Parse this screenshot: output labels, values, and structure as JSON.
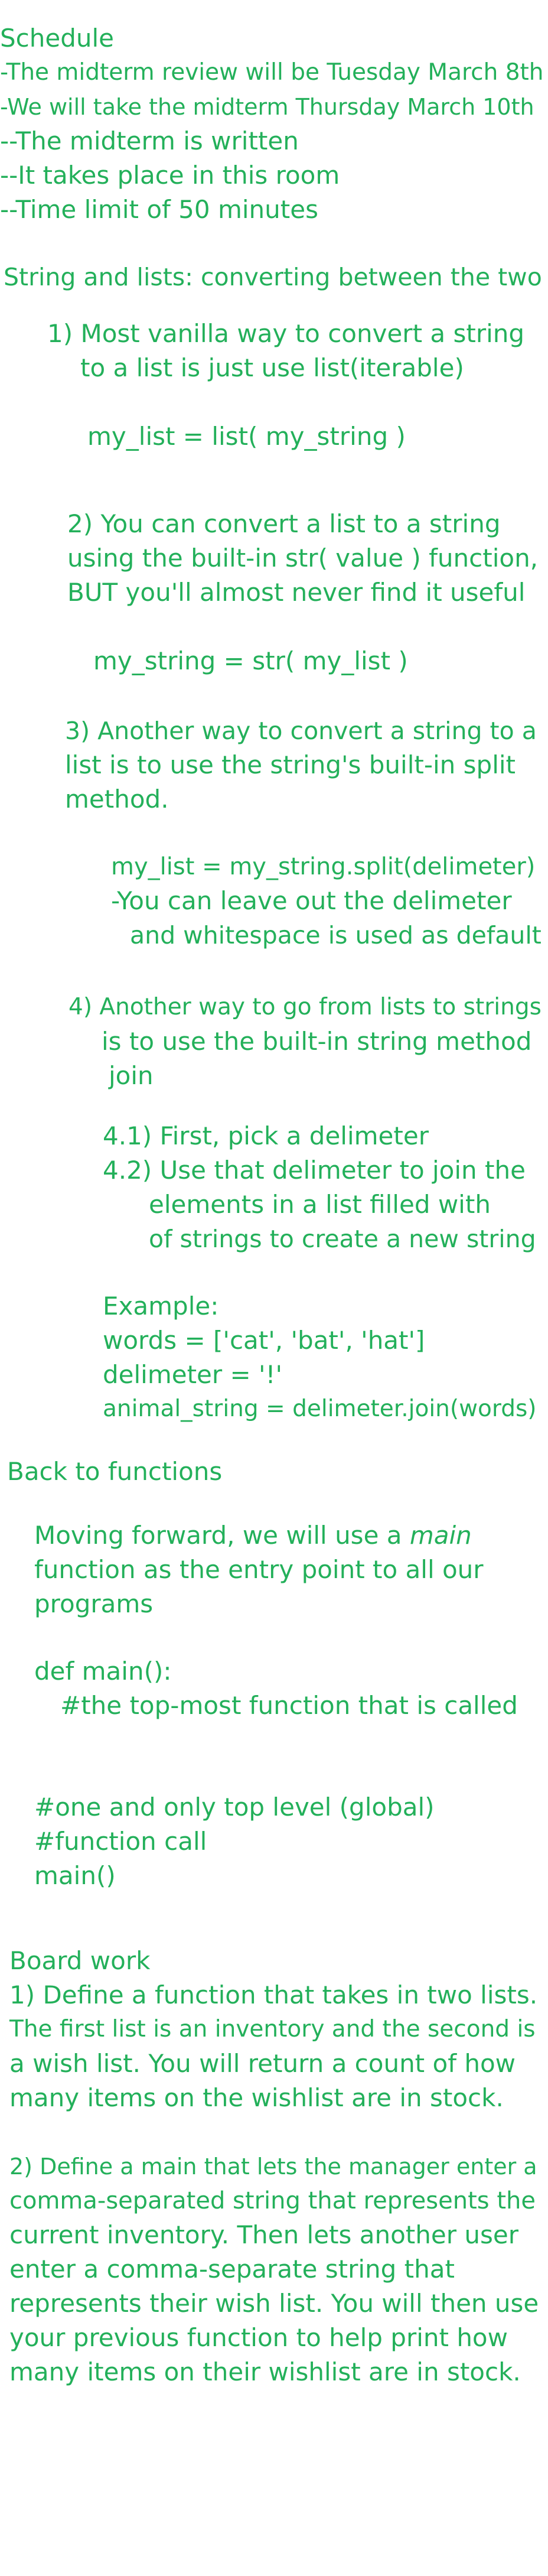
{
  "schedule": {
    "title": "Schedule",
    "items": [
      "-The midterm review will be Tuesday March 8th",
      "-We will take the midterm Thursday March 10th",
      "--The midterm is written",
      "--It takes place in this room",
      "--Time limit of 50 minutes"
    ]
  },
  "strings_lists": {
    "heading": "String and lists: converting between the two",
    "item1": {
      "line1": "1) Most vanilla way to convert a string",
      "line2": "to a list is just use list(iterable)",
      "code": "my_list = list( my_string )"
    },
    "item2": {
      "line1": "2) You can convert a list to a string",
      "line2": "using the built-in str( value ) function,",
      "line3": "BUT you'll almost never find it useful",
      "code": "my_string = str( my_list )"
    },
    "item3": {
      "line1": "3) Another way to convert a string to a",
      "line2": "list is to use the string's built-in split",
      "line3": "method.",
      "code": "my_list = my_string.split(delimeter)",
      "note1": "-You can leave out the delimeter",
      "note2": "and whitespace is used as default"
    },
    "item4": {
      "line1": "4) Another way to go from lists to strings",
      "line2": "is to use the built-in string method",
      "line3": "join",
      "step1": "4.1) First, pick a delimeter",
      "step2_line1": "4.2) Use that delimeter to join the",
      "step2_line2": "elements in a list filled with",
      "step2_line3": "of strings to create a new string",
      "example_label": "Example:",
      "example_line1": "words = ['cat', 'bat', 'hat']",
      "example_line2": "delimeter = '!'",
      "example_line3": "animal_string = delimeter.join(words)"
    }
  },
  "functions": {
    "heading": "Back to functions",
    "intro_line1_pre": "Moving forward, we will use a ",
    "intro_line1_em": "main",
    "intro_line2": "function as the entry point to all our",
    "intro_line3": "programs",
    "def_line": "def main():",
    "def_comment": "#the top-most function that is called",
    "comment1": "#one and only top level (global)",
    "comment2": "#function call",
    "call": "main()"
  },
  "board_work": {
    "heading": "Board work",
    "q1": [
      "1) Define a function that takes in two lists.",
      "The first list is an inventory and the second is",
      "a wish list. You will return a count of how",
      "many items on the wishlist are in stock."
    ],
    "q2": [
      "2) Define a main that lets the manager enter a",
      "comma-separated string that represents the",
      "current inventory. Then lets another user",
      "enter a comma-separate string that",
      "represents their wish list. You will then use",
      "your previous function to help print how",
      "many items on their wishlist are in stock."
    ]
  }
}
